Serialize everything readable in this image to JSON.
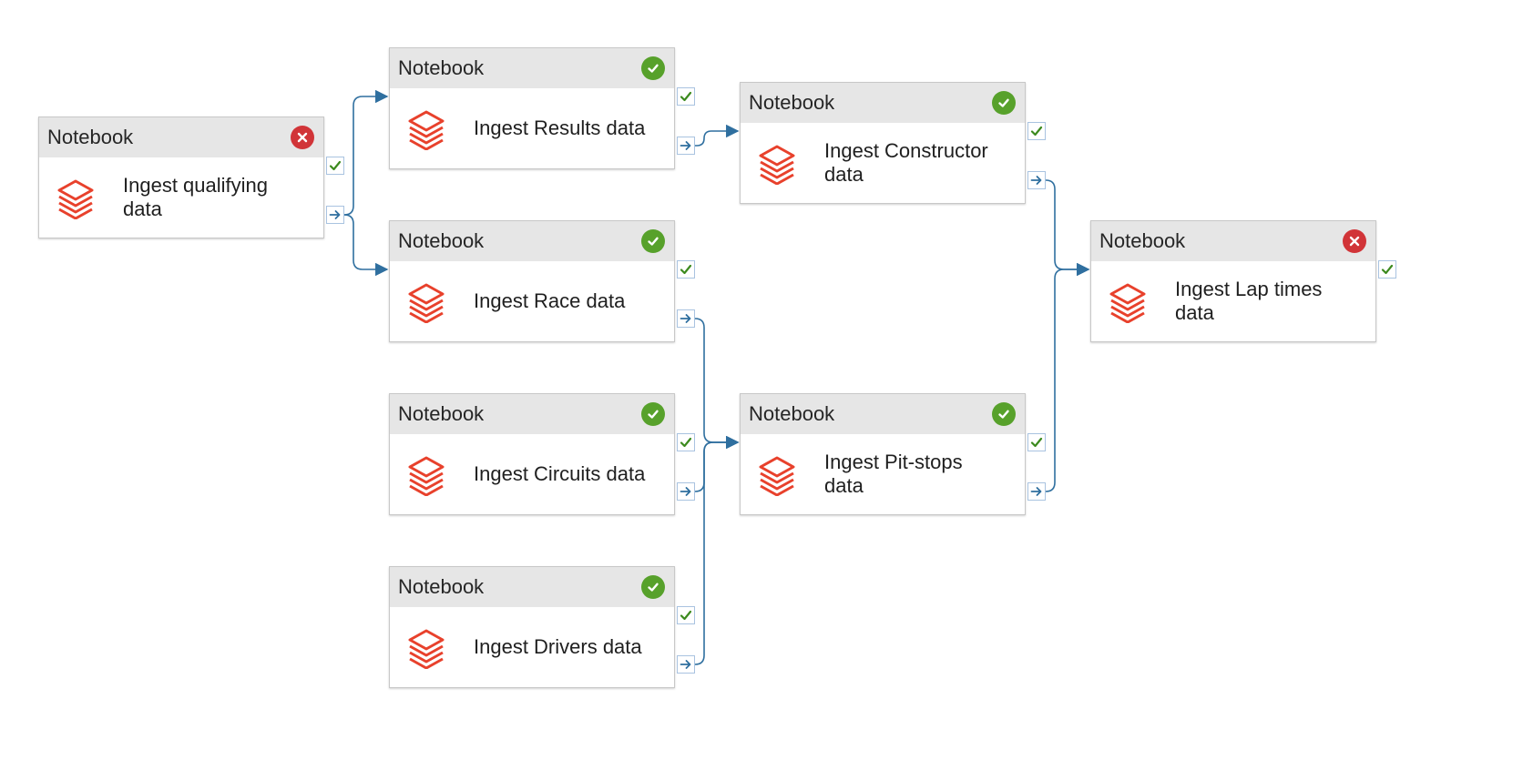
{
  "colors": {
    "header_bg": "#e6e6e6",
    "success": "#57a12b",
    "failed": "#d13438",
    "connector": "#2f6f9f",
    "icon": "#e8412c"
  },
  "nodes": [
    {
      "id": "n1",
      "type": "Notebook",
      "name": "Ingest qualifying data",
      "status": "failed",
      "status_icon": "error-icon"
    },
    {
      "id": "n2",
      "type": "Notebook",
      "name": "Ingest Results data",
      "status": "succeeded",
      "status_icon": "success-check-icon"
    },
    {
      "id": "n3",
      "type": "Notebook",
      "name": "Ingest Race data",
      "status": "succeeded",
      "status_icon": "success-check-icon"
    },
    {
      "id": "n4",
      "type": "Notebook",
      "name": "Ingest Circuits data",
      "status": "succeeded",
      "status_icon": "success-check-icon"
    },
    {
      "id": "n5",
      "type": "Notebook",
      "name": "Ingest Drivers data",
      "status": "succeeded",
      "status_icon": "success-check-icon"
    },
    {
      "id": "n6",
      "type": "Notebook",
      "name": "Ingest Constructor data",
      "status": "succeeded",
      "status_icon": "success-check-icon"
    },
    {
      "id": "n7",
      "type": "Notebook",
      "name": "Ingest Pit-stops data",
      "status": "succeeded",
      "status_icon": "success-check-icon"
    },
    {
      "id": "n8",
      "type": "Notebook",
      "name": "Ingest Lap times data",
      "status": "failed",
      "status_icon": "error-icon"
    }
  ],
  "connections": [
    {
      "from": "n1",
      "to": "n2"
    },
    {
      "from": "n1",
      "to": "n3"
    },
    {
      "from": "n2",
      "to": "n6"
    },
    {
      "from": "n3",
      "to": "n7"
    },
    {
      "from": "n4",
      "to": "n7"
    },
    {
      "from": "n5",
      "to": "n7"
    },
    {
      "from": "n6",
      "to": "n8"
    },
    {
      "from": "n7",
      "to": "n8"
    }
  ]
}
